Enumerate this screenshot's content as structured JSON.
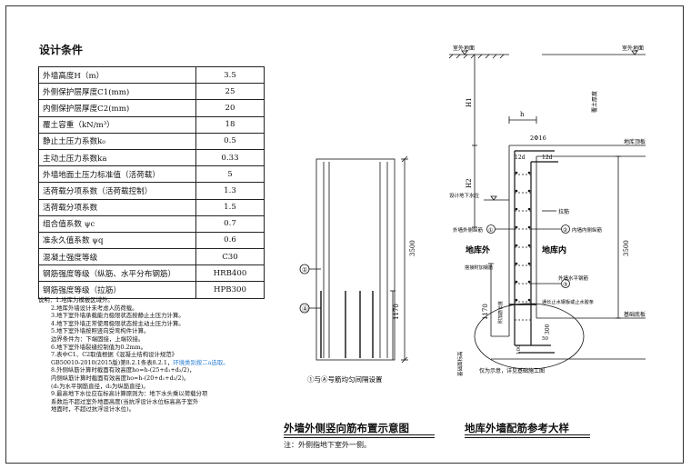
{
  "title": "设计条件",
  "conditions": [
    {
      "k": "外墙高度H（m）",
      "v": "3.5"
    },
    {
      "k": "外侧保护层厚度C1(mm)",
      "v": "25"
    },
    {
      "k": "内侧保护层厚度C2(mm)",
      "v": "20"
    },
    {
      "k": "覆土容重（kN/m³）",
      "v": "18"
    },
    {
      "k": "静止土压力系数k₀",
      "v": "0.5"
    },
    {
      "k": "主动土压力系数ka",
      "v": "0.33"
    },
    {
      "k": "外墙地面土压力标准值（活荷载）",
      "v": "5"
    },
    {
      "k": "活荷载分项系数（活荷载控制）",
      "v": "1.3"
    },
    {
      "k": "活荷载分项系数",
      "v": "1.5"
    },
    {
      "k": "组合值系数 ψc",
      "v": "0.7"
    },
    {
      "k": "准永久值系数 ψq",
      "v": "0.6"
    },
    {
      "k": "混凝土强度等级",
      "v": "C30"
    },
    {
      "k": "钢筋强度等级（纵筋、水平分布钢筋）",
      "v": "HRB400"
    },
    {
      "k": "钢筋强度等级（拉筋）",
      "v": "HPB300"
    }
  ],
  "notes": [
    {
      "t": "说明：1.地库为模板区域外。",
      "ind": false
    },
    {
      "t": "2.地库外墙设计未考虑人防荷载。",
      "ind": true
    },
    {
      "t": "3.地下室外墙承载能力极限状态按静止土压力计算。",
      "ind": true
    },
    {
      "t": "4.地下室外墙正常使用极限状态按主动土压力计算。",
      "ind": true
    },
    {
      "t": "5.地下室外墙按照竖向受弯构件计算。",
      "ind": true
    },
    {
      "t": "边界条件为：下端固接，上端铰接。",
      "ind": true
    },
    {
      "t": "6.地下室外墙裂缝控制值为0.2mm。",
      "ind": true
    },
    {
      "t": "7.表中C1、C2取值根据《混凝土结构设计规范》",
      "ind": true
    },
    {
      "t": "GB50010-2010(2015版)第8.2.1条表8.2.1，",
      "ind": true,
      "hl": "环境类别按二a选取。"
    },
    {
      "t": "8.外侧纵筋计算时截面有效高度ho=h-(25+d₁+d₂/2)，",
      "ind": true
    },
    {
      "t": "内侧纵筋计算时截面有效高度ho=h-(20+d₁+d₂/2)。",
      "ind": true
    },
    {
      "t": "(d₁为水平钢筋直径，d₂为纵筋直径)。",
      "ind": true
    },
    {
      "t": "9.最高地下水位应在标高计算原则为：地下水头乘以荷载分项",
      "ind": true
    },
    {
      "t": "系数后不超过室外地面高度(当抗浮设计水位标高高于室外",
      "ind": true
    },
    {
      "t": "地面时，不超过抗浮设计水位)。",
      "ind": true
    }
  ],
  "drawing1": {
    "dim_height": "3500",
    "dim_lower": "1170",
    "marker_1": "①",
    "marker_A": "Ⓐ",
    "legend": "①与Ⓐ号筋均匀间隔设置",
    "caption": "外墙外侧竖向筋布置示意图",
    "note": "注：外侧指地下室外一侧。"
  },
  "drawing2": {
    "outdoor_ground_left": "室外地面",
    "outdoor_ground_right": "室外地面",
    "h1": "H1",
    "h2": "H2",
    "h": "h",
    "bar_top": "2Φ16",
    "cover_top": "覆土厚度",
    "slab_top": "地库顶板",
    "water_level": "设计地下水位",
    "tie": "拉筋",
    "outer_vbar": "外墙外侧纵筋",
    "inner_vbar": "内墙内侧纵筋",
    "region_out": "地库外",
    "region_in": "地库内",
    "anchor_bar": "搭接附加钢筋",
    "hbar": "外墙水平钢筋",
    "waterstop": "通长止水钢板或止水胶条",
    "dim_height": "3500",
    "dim_lower": "1170",
    "dim_300": "300",
    "dim_50": "50",
    "dim_100": "100",
    "dim_l": "附加筋长度",
    "found_slab": "基础底板",
    "found_note": "仅为示意，详见基础施工图",
    "found_label": "基础面标高",
    "c1": "①",
    "c2": "②",
    "c3": "③",
    "d12": "12d",
    "d12b": "12d",
    "caption": "地库外墙配筋参考大样"
  }
}
